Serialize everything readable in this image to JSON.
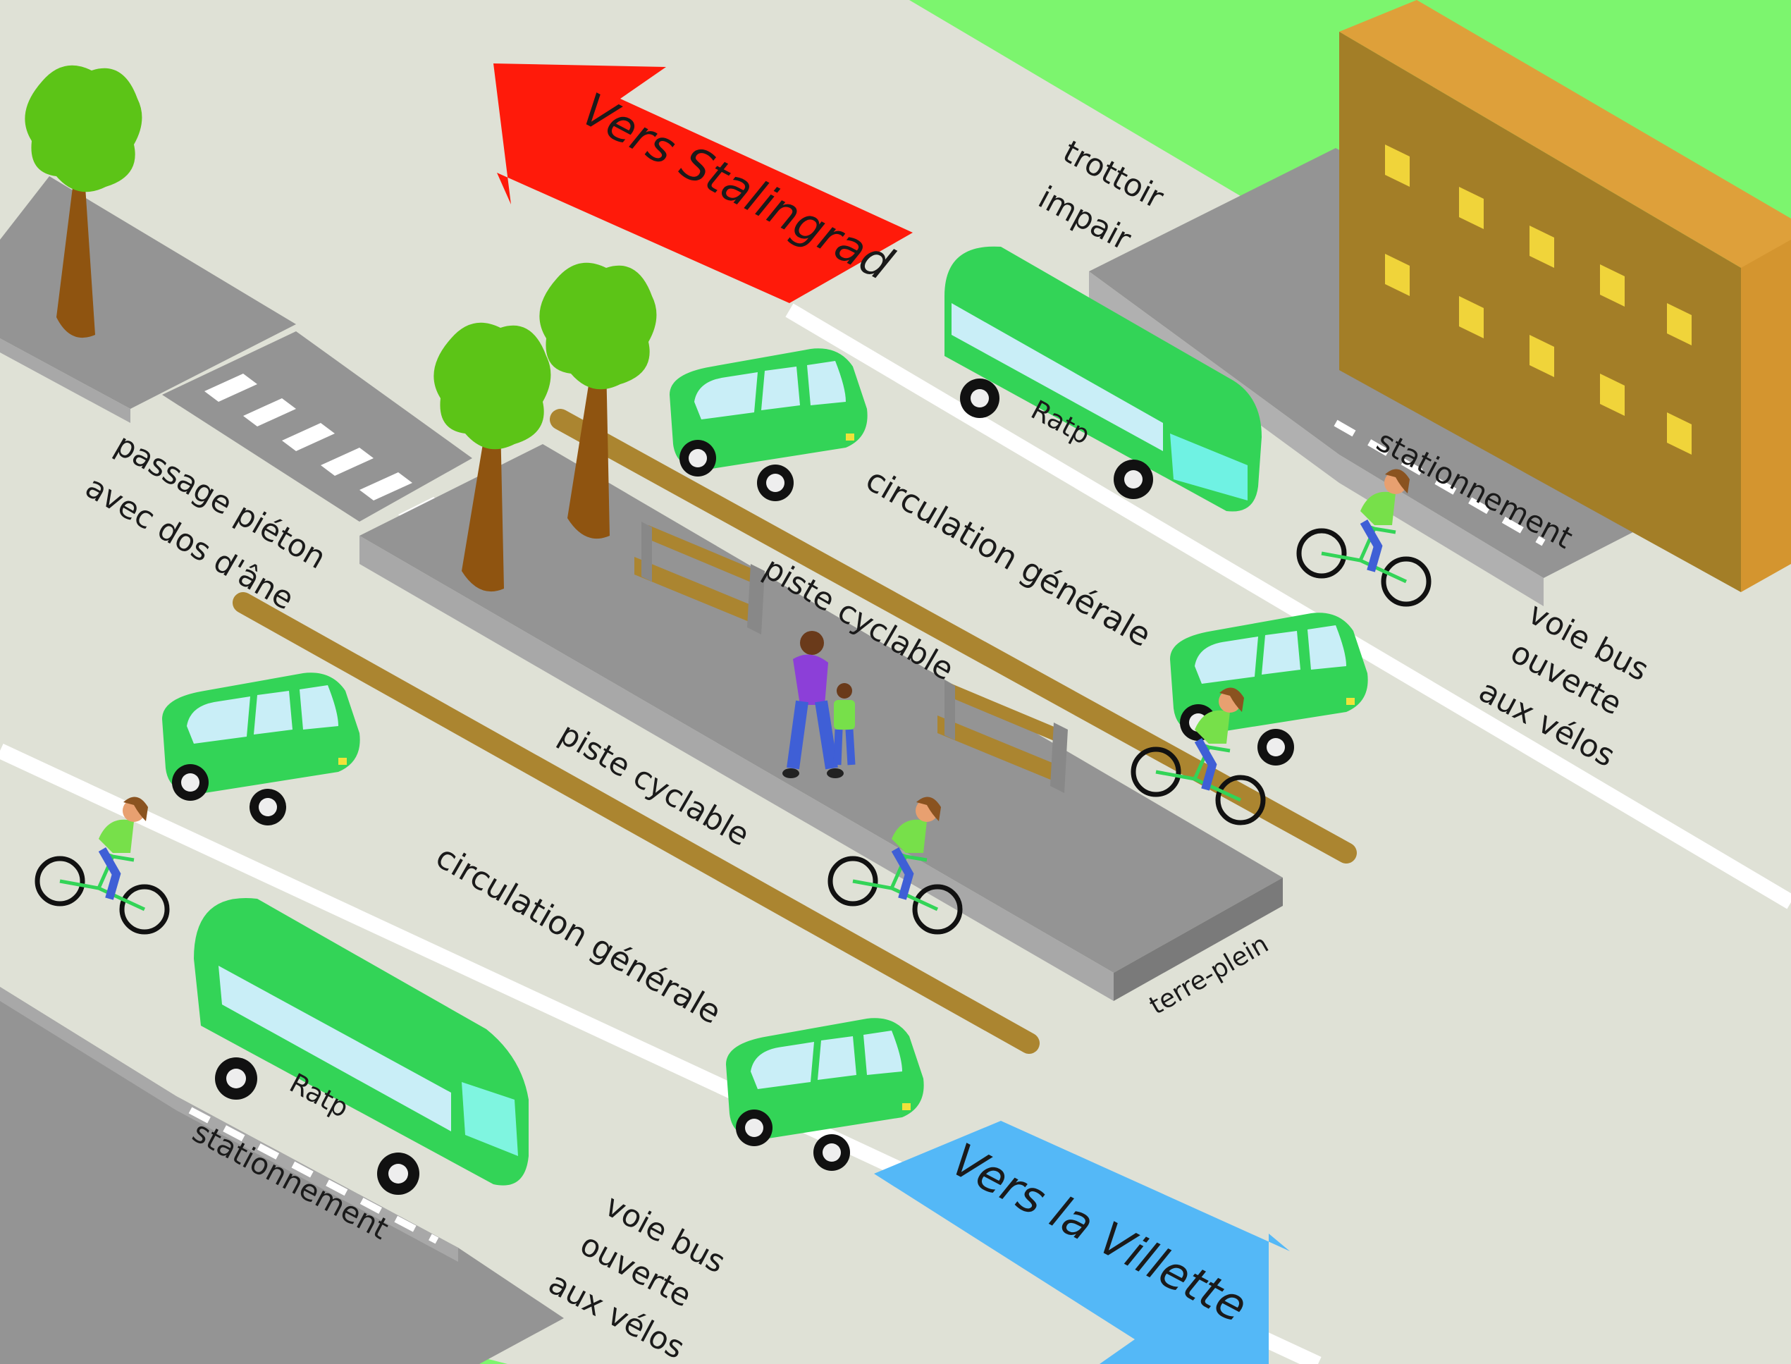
{
  "colors": {
    "grass": "#7cf56e",
    "road": "#dfe1d6",
    "sidewalk": "#949494",
    "sidewalk_side": "#a8a8a8",
    "cycle_kerb": "#ab8530",
    "vehicle": "#33d457",
    "building_face": "#a37e27",
    "building_side": "#dea03a",
    "window": "#f0d43a",
    "arrow_stalingrad": "#ff1a0a",
    "arrow_villette": "#54b8f7",
    "tree_foliage": "#5cc417",
    "tree_trunk": "#8f5410"
  },
  "arrows": {
    "stalingrad": "Vers Stalingrad",
    "villette": "Vers la Villette"
  },
  "labels": {
    "trottoir_line1": "trottoir",
    "trottoir_line2": "impair",
    "stationnement_top": "stationnement",
    "voie_bus_top_1": "voie bus",
    "voie_bus_top_2": "ouverte",
    "voie_bus_top_3": "aux vélos",
    "circulation_top": "circulation générale",
    "piste_top": "piste cyclable",
    "passage_1": "passage piéton",
    "passage_2": "avec dos d'âne",
    "piste_bottom": "piste cyclable",
    "circulation_bottom": "circulation générale",
    "terre_plein": "terre-plein",
    "stationnement_bottom": "stationnement",
    "voie_bus_bottom_1": "voie bus",
    "voie_bus_bottom_2": "ouverte",
    "voie_bus_bottom_3": "aux vélos"
  },
  "bus_label": "Ratp",
  "icons": [
    "tree-icon",
    "bus-icon",
    "car-icon",
    "cyclist-icon",
    "pedestrian-icon",
    "bench-icon",
    "building-icon"
  ]
}
